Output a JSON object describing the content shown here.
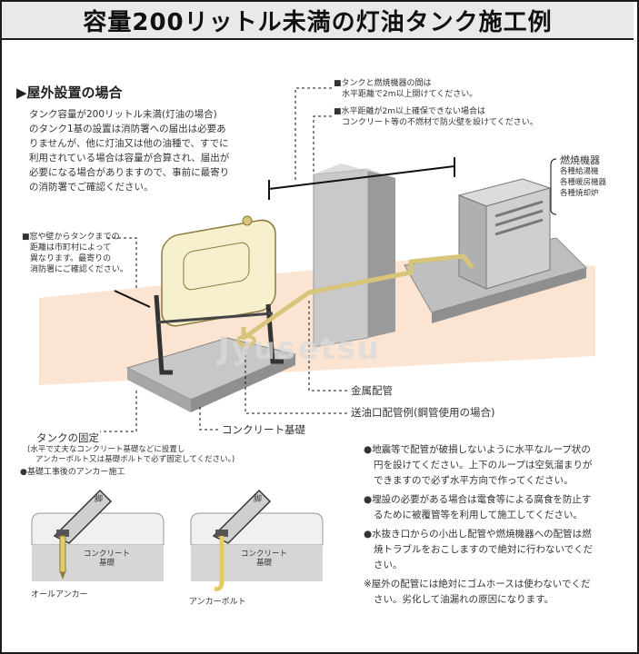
{
  "title": "容量200リットル未満の灯油タンク施工例",
  "section_heading": "屋外設置の場合",
  "intro_lines": [
    "タンク容量が200リットル未満(灯油の場合)",
    "のタンク1基の設置は消防署への届出は必要あ",
    "りませんが、他に灯油又は他の油種で、すでに",
    "利用されている場合は容量が合算され、届出が",
    "必要になる場合がありますので、事前に最寄り",
    "の消防署でご確認ください。"
  ],
  "callouts": {
    "distance_line1": "■タンクと燃焼機器の間は",
    "distance_line2": "水平距離で2m以上開けてください。",
    "firewall_line1": "■水平距離が2m以上確保できない場合は",
    "firewall_line2": "コンクリート等の不燃材で防火壁を設けてください。",
    "window_line1": "■窓や壁からタンクまでの",
    "window_line2": "距離は市町村によって",
    "window_line3": "異なります。最寄りの",
    "window_line4": "消防署にご確認ください。",
    "burner_title": "燃焼機器",
    "burner_item1": "各種給湯機",
    "burner_item2": "各種暖房機器",
    "burner_item3": "各種焼却炉",
    "metal_pipe": "金属配管",
    "concrete_base": "コンクリート基礎",
    "supply_pipe": "送油口配管例(鋼管使用の場合)"
  },
  "fixing": {
    "title": "タンクの固定",
    "line1": "(水平で丈夫なコンクリート基礎などに設置し",
    "line2": "アンカーボルト又は基礎ボルトで必ず固定してください。)",
    "line3": "●基礎工事後のアンカー施工"
  },
  "anchors": {
    "leg": "脚",
    "concrete": "コンクリート",
    "foundation": "基礎",
    "left_label": "オールアンカー",
    "right_label": "アンカーボルト"
  },
  "watermark": "Jyusetsu",
  "notes": [
    "●地震等で配管が破損しないように水平なループ状の",
    "円を設けてください。上下のループは空気溜まりが",
    "できますので必ず水平方向で作ってください。",
    "●埋設の必要がある場合は電食等による腐食を防止す",
    "るために被覆管等を利用して施工してください。",
    "●水抜き口からの小出し配管や燃焼機器への配管は燃",
    "焼トラブルをおこしますので絶対に行わないでくだ",
    "さい。",
    "※屋外の配管には絶対にゴムホースは使わないでくだ",
    "さい。劣化して油漏れの原因になります。"
  ],
  "colors": {
    "wall": "#fbe5d2",
    "concrete": "#bdbdbd",
    "tank": "#f6f0cf",
    "pipe": "#d8c47a"
  }
}
